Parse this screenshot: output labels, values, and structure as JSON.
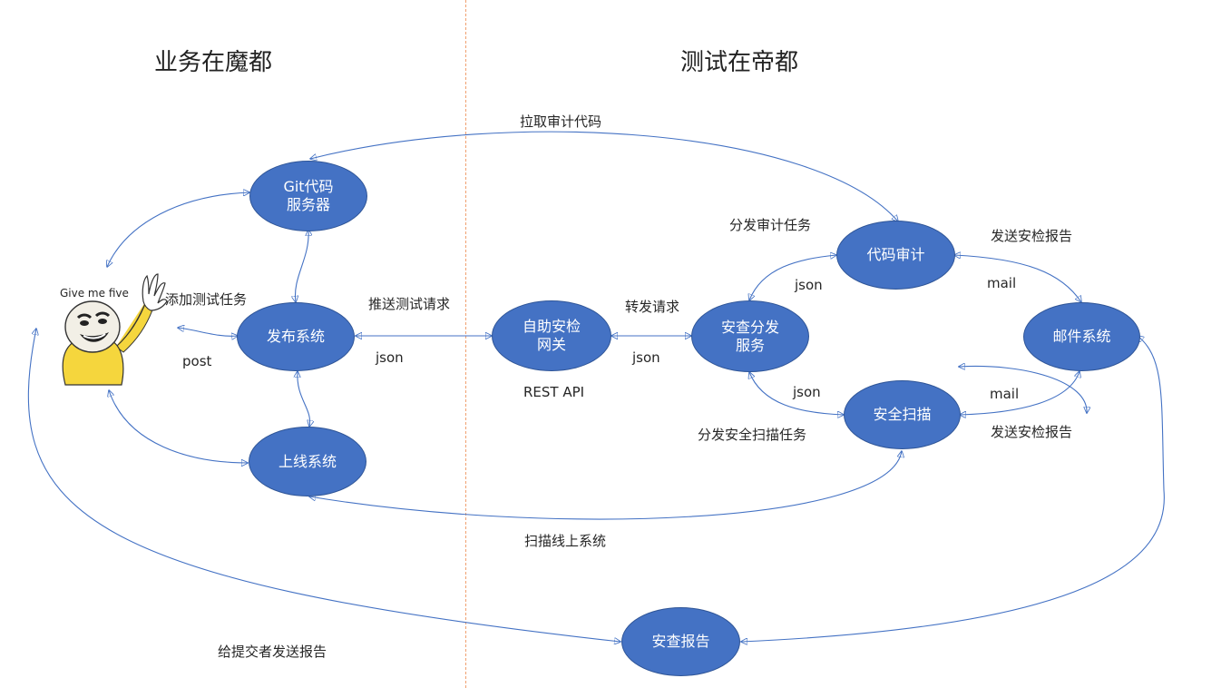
{
  "regions": {
    "left_title": "业务在魔都",
    "right_title": "测试在帝都"
  },
  "nodes": {
    "git": [
      "Git代码",
      "服务器"
    ],
    "publish": [
      "发布系统"
    ],
    "online": [
      "上线系统"
    ],
    "gateway": [
      "自助安检",
      "网关"
    ],
    "dispatch": [
      "安查分发",
      "服务"
    ],
    "audit": [
      "代码审计"
    ],
    "scan": [
      "安全扫描"
    ],
    "mail": [
      "邮件系统"
    ],
    "report": [
      "安查报告"
    ]
  },
  "avatar": {
    "caption": "Give me five"
  },
  "labels": {
    "pull_code": "拉取审计代码",
    "dispatch_audit": "分发审计任务",
    "send_report_top": "发送安检报告",
    "json_audit": "json",
    "mail_top": "mail",
    "add_task": "添加测试任务",
    "post": "post",
    "push_request": "推送测试请求",
    "json_gateway": "json",
    "rest_api": "REST API",
    "forward_request": "转发请求",
    "json_forward": "json",
    "json_scan": "json",
    "mail_bottom": "mail",
    "dispatch_scan": "分发安全扫描任务",
    "send_report_bottom": "发送安检报告",
    "scan_online": "扫描线上系统",
    "report_to_committer": "给提交者发送报告"
  },
  "colors": {
    "node_fill": "#4472c4",
    "edge": "#4472c4",
    "divider": "#f0a070"
  }
}
